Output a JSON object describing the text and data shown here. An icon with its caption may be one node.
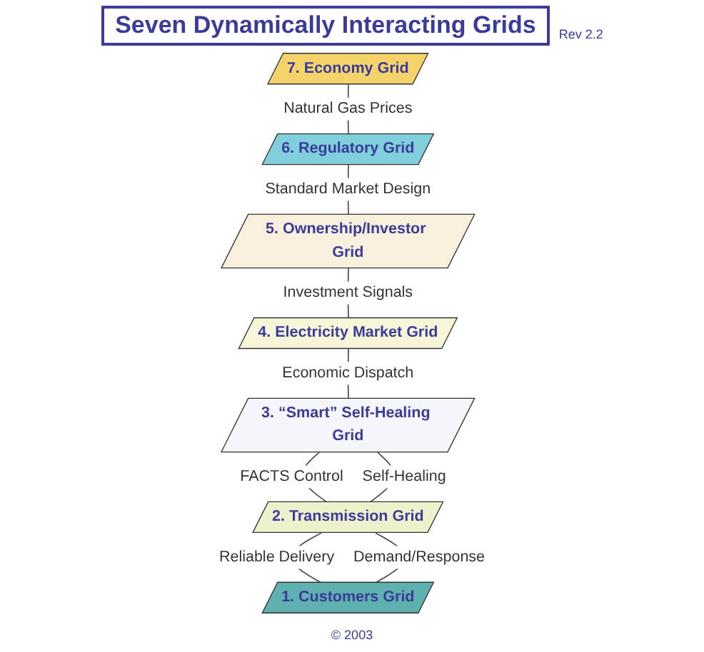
{
  "diagram": {
    "title": "Seven Dynamically Interacting Grids",
    "nodes": [
      {
        "text": [
          "7. Economy Grid"
        ]
      },
      {
        "text": [
          "6. Regulatory Grid"
        ]
      },
      {
        "text": [
          "5. Ownership/Investor Grid"
        ]
      },
      {
        "text": [
          "4. Electricity Market Grid"
        ]
      },
      {
        "text": [
          "3. “Smart” Self-Healing Grid"
        ]
      },
      {
        "text": [
          "2. Transmission Grid"
        ]
      },
      {
        "text": [
          "1. Customers Grid"
        ]
      }
    ],
    "edges": [
      {
        "from": 0,
        "to": 1,
        "arrow": "none",
        "label": "Natural Gas Prices"
      },
      {
        "from": 1,
        "to": 2,
        "arrow": "none",
        "label": "Standard Market Design"
      },
      {
        "from": 2,
        "to": 3,
        "arrow": "none",
        "label": "Investment Signals"
      },
      {
        "from": 3,
        "to": 4,
        "arrow": "none",
        "label": "Economic Dispatch"
      },
      {
        "from": 4,
        "to": 5,
        "arrow": "none",
        "label": "FACTS Control"
      },
      {
        "from": 4,
        "to": 5,
        "arrow": "none",
        "label": "Self-Healing"
      },
      {
        "from": 5,
        "to": 6,
        "arrow": "none",
        "label": "Reliable Delivery"
      },
      {
        "from": 5,
        "to": 6,
        "arrow": "none",
        "label": "Demand/Response"
      }
    ],
    "labels": [
      "Rev 2.2",
      "© 2003"
    ]
  }
}
